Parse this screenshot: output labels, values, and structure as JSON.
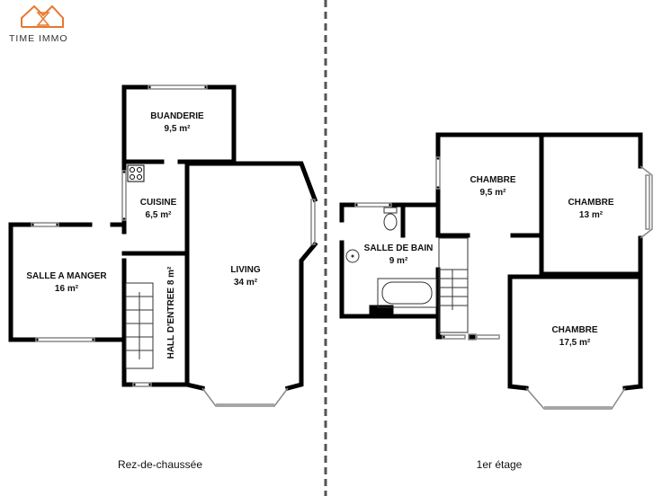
{
  "brand": {
    "name": "TIME IMMO",
    "color": "#e8782e"
  },
  "floors": [
    {
      "caption": "Rez-de-chaussée",
      "rooms": [
        {
          "name": "BUANDERIE",
          "area": "9,5 m²"
        },
        {
          "name": "CUISINE",
          "area": "6,5 m²"
        },
        {
          "name": "SALLE A MANGER",
          "area": "16 m²"
        },
        {
          "name": "HALL D'ENTREE 8 m²"
        },
        {
          "name": "LIVING",
          "area": "34 m²"
        }
      ]
    },
    {
      "caption": "1er étage",
      "rooms": [
        {
          "name": "CHAMBRE",
          "area": "9,5 m²"
        },
        {
          "name": "CHAMBRE",
          "area": "13 m²"
        },
        {
          "name": "SALLE DE BAIN",
          "area": "9 m²"
        },
        {
          "name": "CHAMBRE",
          "area": "17,5 m²"
        }
      ]
    }
  ]
}
